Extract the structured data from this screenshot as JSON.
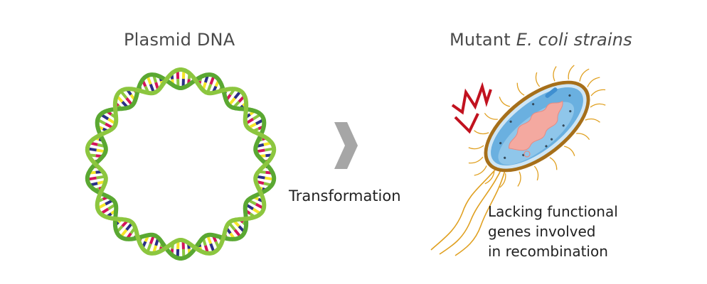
{
  "plasmid_title": "Plasmid DNA",
  "mutant_title_prefix": "Mutant",
  "mutant_title_italic": "E. coli strains",
  "arrow_label": "Transformation",
  "note_lines": [
    "Lacking functional",
    "genes involved",
    "in recombination"
  ],
  "colors": {
    "dna_backbone": "#5aa832",
    "dna_backbone_light": "#8cc63f",
    "base_navy": "#2b2f86",
    "base_magenta": "#d4145a",
    "base_yellow": "#f5e629",
    "base_green": "#8cc63f",
    "arrow": "#a6a6a6",
    "cell_outline": "#a66f1a",
    "cell_body": "#6ab0e0",
    "nucleoid": "#f4a9a0",
    "flagella": "#e0a020",
    "alert": "#c1121f"
  }
}
